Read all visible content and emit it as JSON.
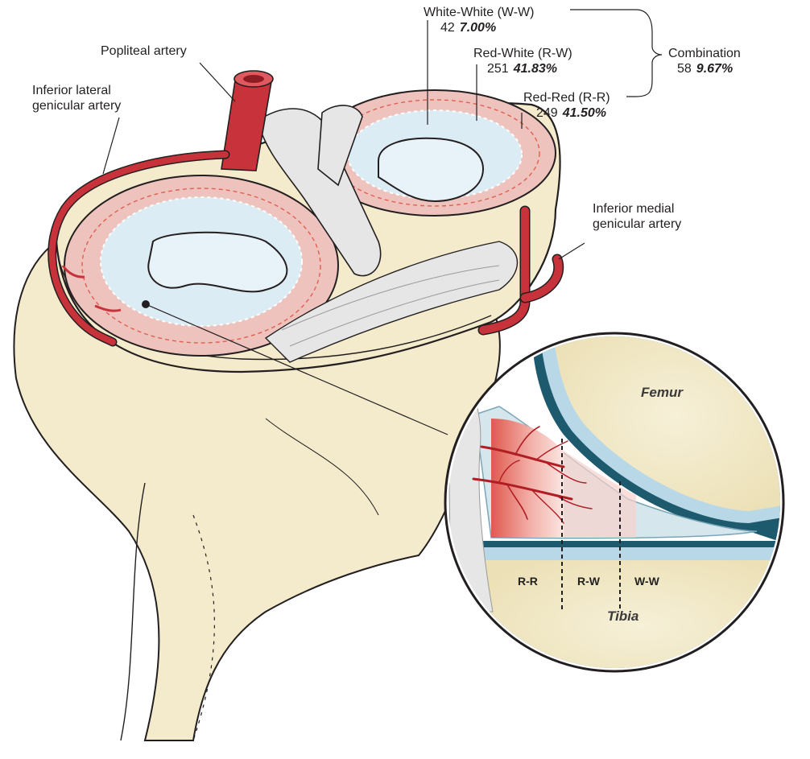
{
  "labels": {
    "popliteal_artery": "Popliteal artery",
    "inferior_lateral_line1": "Inferior lateral",
    "inferior_lateral_line2": "genicular artery",
    "inferior_medial_line1": "Inferior medial",
    "inferior_medial_line2": "genicular artery",
    "femur": "Femur",
    "tibia": "Tibia"
  },
  "zones": {
    "white_white": {
      "label": "White-White (W-W)",
      "count": "42",
      "percent": "7.00%"
    },
    "red_white": {
      "label": "Red-White (R-W)",
      "count": "251",
      "percent": "41.83%"
    },
    "red_red": {
      "label": "Red-Red (R-R)",
      "count": "249",
      "percent": "41.50%"
    },
    "combination": {
      "label": "Combination",
      "count": "58",
      "percent": "9.67%"
    }
  },
  "inset_zone_labels": {
    "rr": "R-R",
    "rw": "R-W",
    "ww": "W-W"
  },
  "colors": {
    "artery": "#c8323a",
    "bone": "#f3ebc8",
    "meniscus_red": "#e9a5a0",
    "meniscus_white": "#dbeef8",
    "cartilage": "#b8d8e8",
    "ligament": "#e4e4e4"
  }
}
